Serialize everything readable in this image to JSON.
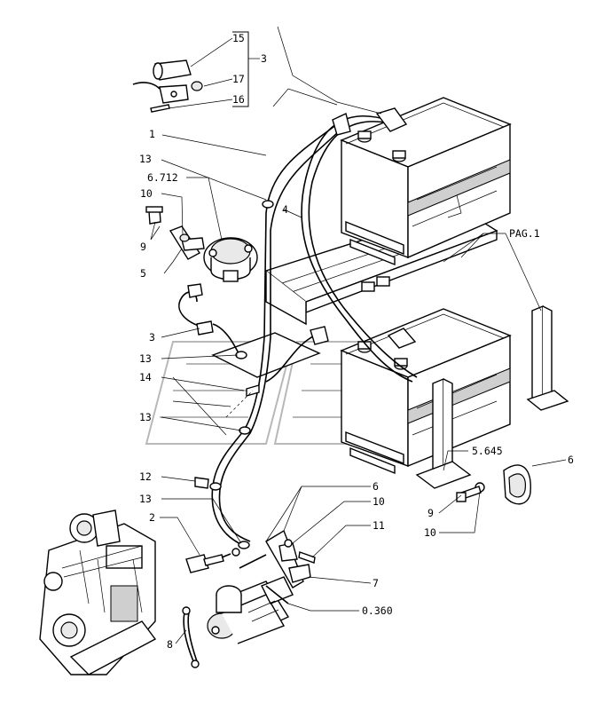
{
  "callouts": {
    "c15": "15",
    "c3_top": "3",
    "c17": "17",
    "c16": "16",
    "c1": "1",
    "c13_a": "13",
    "c6712": "6.712",
    "c10_a": "10",
    "c9_a": "9",
    "c5": "5",
    "c4": "4",
    "pag1": "PAG.1",
    "c3_mid": "3",
    "c13_b": "13",
    "c14": "14",
    "c13_c": "13",
    "c5645": "5.645",
    "c6_right": "6",
    "c12": "12",
    "c13_d": "13",
    "c2": "2",
    "c6_mid": "6",
    "c10_b": "10",
    "c11": "11",
    "c9_b": "9",
    "c10_c": "10",
    "c7": "7",
    "c0360": "0.360",
    "c8": "8"
  }
}
